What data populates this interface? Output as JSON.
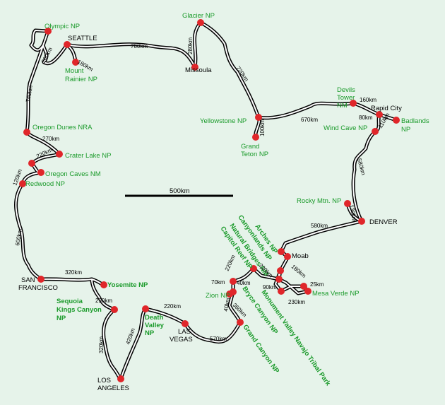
{
  "colors": {
    "background": "#e6f3ea",
    "road": "#000000",
    "road_fill": "#ffffff",
    "marker": "#e0262a",
    "park_text": "#1a9a2a",
    "city_text": "#000000"
  },
  "scale_label": "500km",
  "cities": {
    "seattle": "SEATTLE",
    "missoula": "Missoula",
    "rapid_city": "Rapid City",
    "denver": "DENVER",
    "moab": "Moab",
    "las_vegas_1": "LAS",
    "las_vegas_2": "VEGAS",
    "san_francisco_1": "SAN",
    "san_francisco_2": "FRANCISCO",
    "los_angeles_1": "LOS",
    "los_angeles_2": "ANGELES"
  },
  "parks": {
    "olympic": "Olympic NP",
    "rainier_1": "Mount",
    "rainier_2": "Rainier NP",
    "glacier": "Glacier NP",
    "yellowstone": "Yellowstone NP",
    "teton_1": "Grand",
    "teton_2": "Teton NP",
    "devils_1": "Devils",
    "devils_2": "Tower",
    "devils_3": "NM",
    "badlands_1": "Badlands",
    "badlands_2": "NP",
    "wind_cave": "Wind Cave NP",
    "oregon_dunes": "Oregon Dunes NRA",
    "crater_lake": "Crater Lake NP",
    "oregon_caves": "Oregon Caves NM",
    "redwood": "Redwood NP",
    "rocky": "Rocky Mtn. NP",
    "arches": "Arches NP",
    "canyonlands": "Canyonlands NP",
    "natural_bridges": "Natural Bridges NM",
    "capitol_reef": "Capitol Reef NP",
    "yosemite": "Yosemite NP",
    "sequoia_1": "Sequoia",
    "sequoia_2": "Kings Canyon",
    "sequoia_3": "NP",
    "death_valley_1": "Death",
    "death_valley_2": "Valley",
    "death_valley_3": "NP",
    "zion": "Zion NP",
    "bryce": "Bryce Canyon NP",
    "grand_canyon": "Grand Canyon NP",
    "mesa_verde": "Mesa Verde NP",
    "monument_valley": "Monument Valley Navajo Tribal Park"
  },
  "distances": {
    "olympic_seattle": "260km",
    "seattle_rainier": "180km",
    "seattle_missoula": "780km",
    "glacier_missoula": "280km",
    "missoula_yellowstone": "720km",
    "yellowstone_teton": "100km",
    "yellowstone_devils": "670km",
    "devils_rapid": "160km",
    "rapid_wind": "80km",
    "wind_badlands": "110km",
    "wind_denver": "580km",
    "rocky_denver": "130km",
    "denver_moab": "580km",
    "olympic_dunes": "740km",
    "dunes_crater": "270km",
    "crater_caves": "220km",
    "caves_redwood": "120km",
    "redwood_sf": "600km",
    "sf_yosemite": "320km",
    "yosemite_sequoia": "290km",
    "sequoia_la": "320km",
    "la_death": "420km",
    "death_vegas": "220km",
    "vegas_gc": "570km",
    "zion_gc": "40km",
    "bryce_gc": "360km",
    "zion_bryce": "70km",
    "bryce_capitol": "40km",
    "capitol_moab": "220km",
    "capitol_nb": "220km",
    "moab_mesa": "180km",
    "nb_mv": "90km",
    "mv_mesa": "230km",
    "mesa_mv2": "25km"
  }
}
